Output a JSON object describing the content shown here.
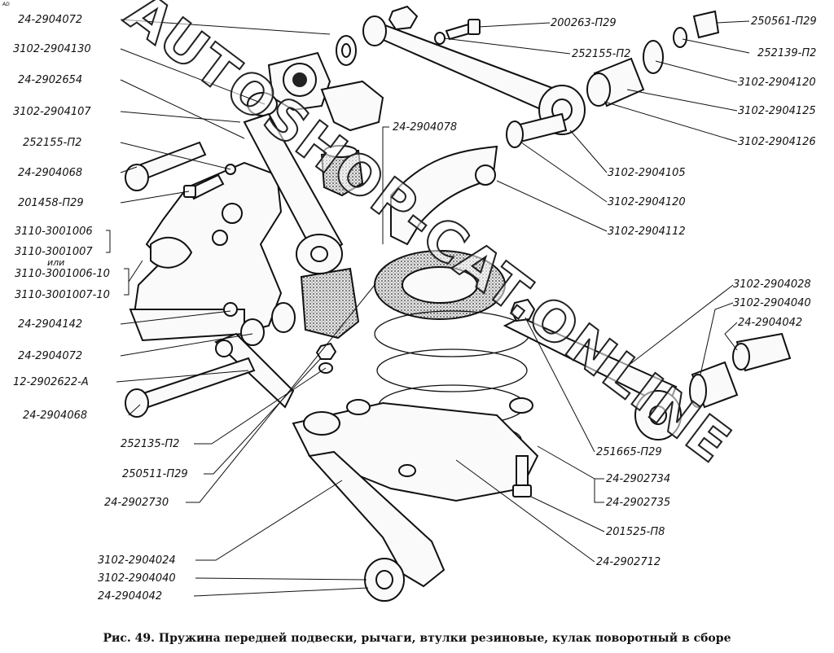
{
  "corner_mark": "AD",
  "caption": "Рис. 49. Пружина передней подвески, рычаги, втулки резиновые, кулак поворотный в сборе",
  "watermark": "AUTOSHOP-CAT.ONLINE",
  "labels": {
    "l1": "24-2904072",
    "l2": "3102-2904130",
    "l3": "24-2902654",
    "l4": "3102-2904107",
    "l5": "252155-П2",
    "l6": "24-2904068",
    "l7": "201458-П29",
    "l8": "3110-3001006",
    "l9": "3110-3001007",
    "l10": "или",
    "l11": "3110-3001006-10",
    "l12": "3110-3001007-10",
    "l13": "24-2904142",
    "l14": "24-2904072",
    "l15": "12-2902622-А",
    "l16": "24-2904068",
    "l17": "252135-П2",
    "l18": "250511-П29",
    "l19": "24-2902730",
    "l20": "3102-2904024",
    "l21": "3102-2904040",
    "l22": "24-2904042",
    "l23": "24-2904078",
    "l24": "200263-П29",
    "l25": "252155-П2",
    "l26": "250561-П29",
    "l27": "252139-П2",
    "l28": "3102-2904120",
    "l29": "3102-2904125",
    "l30": "3102-2904126",
    "l31": "3102-2904105",
    "l32": "3102-2904120",
    "l33": "3102-2904112",
    "l34": "3102-2904028",
    "l35": "3102-2904040",
    "l36": "24-2904042",
    "l37": "251665-П29",
    "l38": "24-2902734",
    "l39": "24-2902735",
    "l40": "201525-П8",
    "l41": "24-2902712"
  }
}
